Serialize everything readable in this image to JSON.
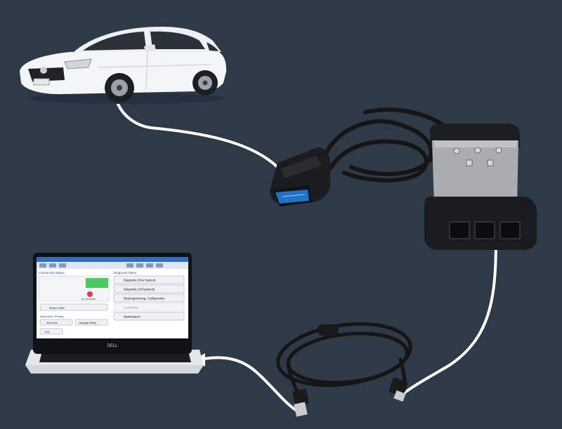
{
  "laptop": {
    "brand": "DELL",
    "screen": {
      "left_header": "Connection Status",
      "right_header": "Diagnosis Menu",
      "status_text": "No connection",
      "select_button": "Select VI/MI",
      "settings_label": "Application Setting",
      "sub_mode": "Sub mode",
      "language": "Language Setting",
      "exit": "Exit",
      "menu_items": [
        "Diagnosis (One System)",
        "Diagnosis (All Systems)",
        "Re/programming, Configuration",
        "Immobilizer",
        "Maintenance"
      ]
    }
  },
  "colors": {
    "background": "#2f3a48",
    "cable_white": "#ffffff",
    "cable_black": "#151515",
    "device_gray": "#a9adb1",
    "car_white": "#f4f5f6"
  }
}
